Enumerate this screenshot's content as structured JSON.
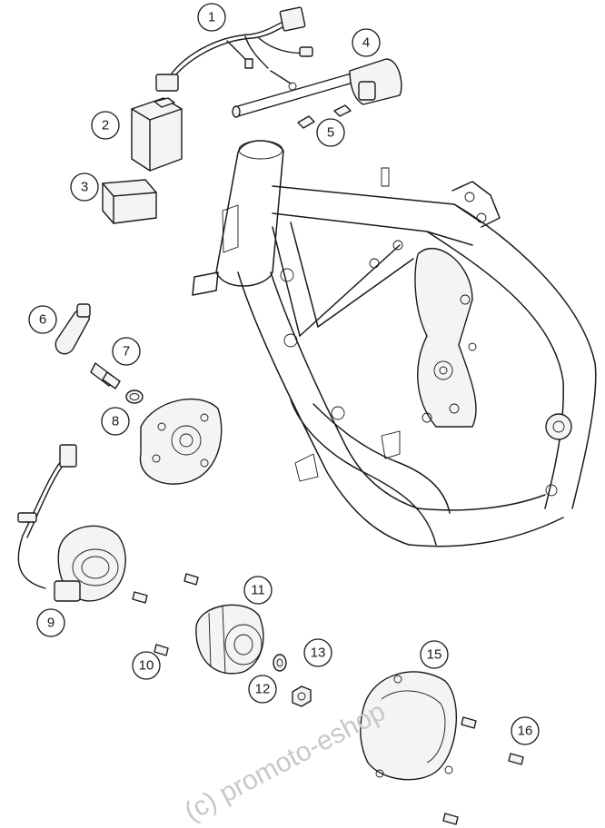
{
  "diagram": {
    "callouts": [
      {
        "id": "1",
        "label": "1"
      },
      {
        "id": "2",
        "label": "2"
      },
      {
        "id": "3",
        "label": "3"
      },
      {
        "id": "4",
        "label": "4"
      },
      {
        "id": "5",
        "label": "5"
      },
      {
        "id": "6",
        "label": "6"
      },
      {
        "id": "7",
        "label": "7"
      },
      {
        "id": "8",
        "label": "8"
      },
      {
        "id": "9",
        "label": "9"
      },
      {
        "id": "10",
        "label": "10"
      },
      {
        "id": "11",
        "label": "11"
      },
      {
        "id": "12",
        "label": "12"
      },
      {
        "id": "13",
        "label": "13"
      },
      {
        "id": "15",
        "label": "15"
      },
      {
        "id": "16",
        "label": "16"
      }
    ],
    "watermark": "(c) promoto-eshop"
  }
}
